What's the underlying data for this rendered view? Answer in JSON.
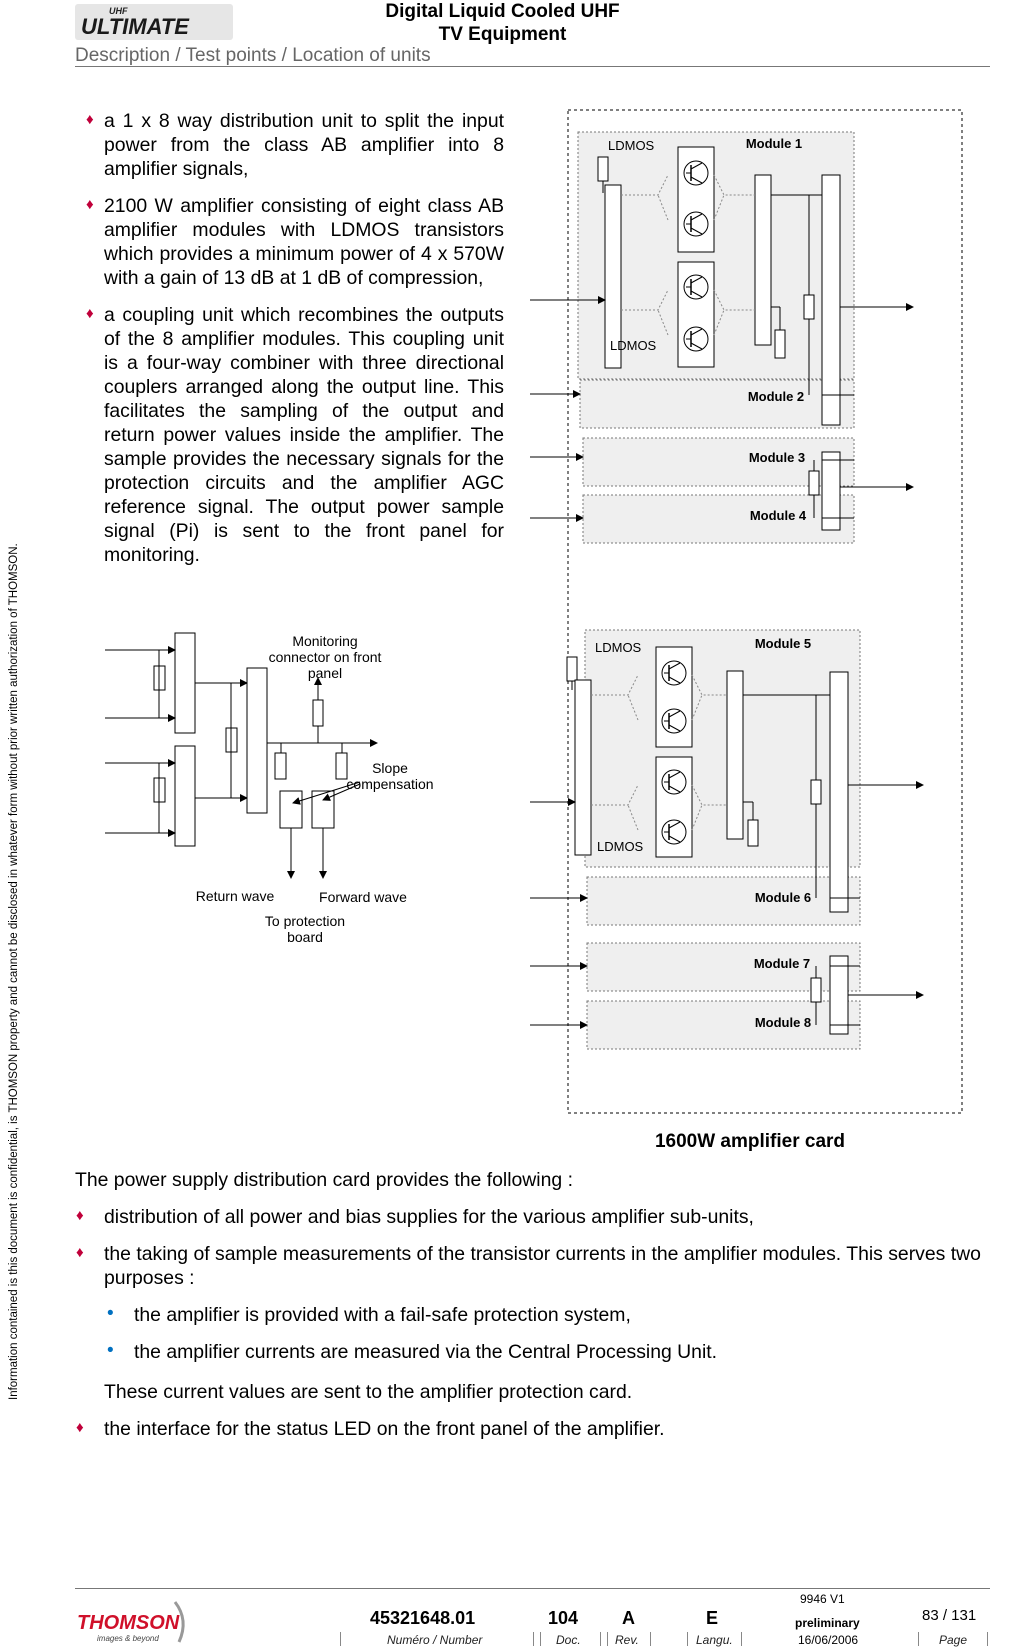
{
  "header": {
    "logo_text": "ULTIMATE",
    "logo_small": "UHF",
    "title_line1": "Digital Liquid Cooled UHF",
    "title_line2": "TV Equipment",
    "subtitle": "Description / Test points / Location of units"
  },
  "side_note": "Information contained is this document is confidential, is THOMSON property and cannot be disclosed in whatever form without prior written authorization of THOMSON.",
  "bullets_top": [
    "a 1 x 8 way distribution unit to split the input power from the class AB amplifier into 8 amplifier signals,",
    "2100 W amplifier consisting of eight class AB amplifier modules with LDMOS transistors which provides a minimum power of 4 x 570W with a gain of 13 dB at 1 dB of compression,",
    "a coupling unit which recombines the outputs of the 8 amplifier modules. This coupling unit is a four-way combiner with three directional couplers arranged along the output line. This facilitates the sampling of the output and return power values inside the amplifier. The sample provides the necessary signals for the protection circuits and the amplifier AGC reference signal. The output power sample signal (Pi) is sent to the front panel for monitoring."
  ],
  "coupler_diagram": {
    "monitoring": [
      "Monitoring",
      "connector on front",
      "panel"
    ],
    "slope": [
      "Slope",
      "compensation"
    ],
    "return_wave": "Return wave",
    "forward_wave": "Forward wave",
    "to_protection": [
      "To protection",
      "board"
    ]
  },
  "amp_diagram": {
    "ldmos": "LDMOS",
    "modules": [
      "Module 1",
      "Module 2",
      "Module 3",
      "Module 4",
      "Module 5",
      "Module 6",
      "Module 7",
      "Module 8"
    ],
    "caption": "1600W amplifier card"
  },
  "intro": "The power supply distribution card provides the following :",
  "bullets_bottom": [
    "distribution of all power and bias supplies for the various amplifier sub-units,",
    "the taking of sample measurements of the transistor currents in the amplifier modules. This serves two purposes :"
  ],
  "sub_bullets": [
    "the amplifier is provided with a fail-safe protection system,",
    "the amplifier currents are measured via the Central Processing Unit."
  ],
  "sub_note": "These current values are sent to the amplifier protection card.",
  "last_bullet": "the interface for the status LED on the front panel of the amplifier.",
  "footer": {
    "logo": "THOMSON",
    "logo_tag": "images & beyond",
    "number": "45321648.01",
    "doc": "104",
    "rev": "A",
    "langu": "E",
    "version": "9946 V1",
    "status": "preliminary",
    "page": "83 / 131",
    "date": "16/06/2006",
    "label_number": "Numéro / Number",
    "label_doc": "Doc.",
    "label_rev": "Rev.",
    "label_langu": "Langu.",
    "label_page": "Page"
  }
}
